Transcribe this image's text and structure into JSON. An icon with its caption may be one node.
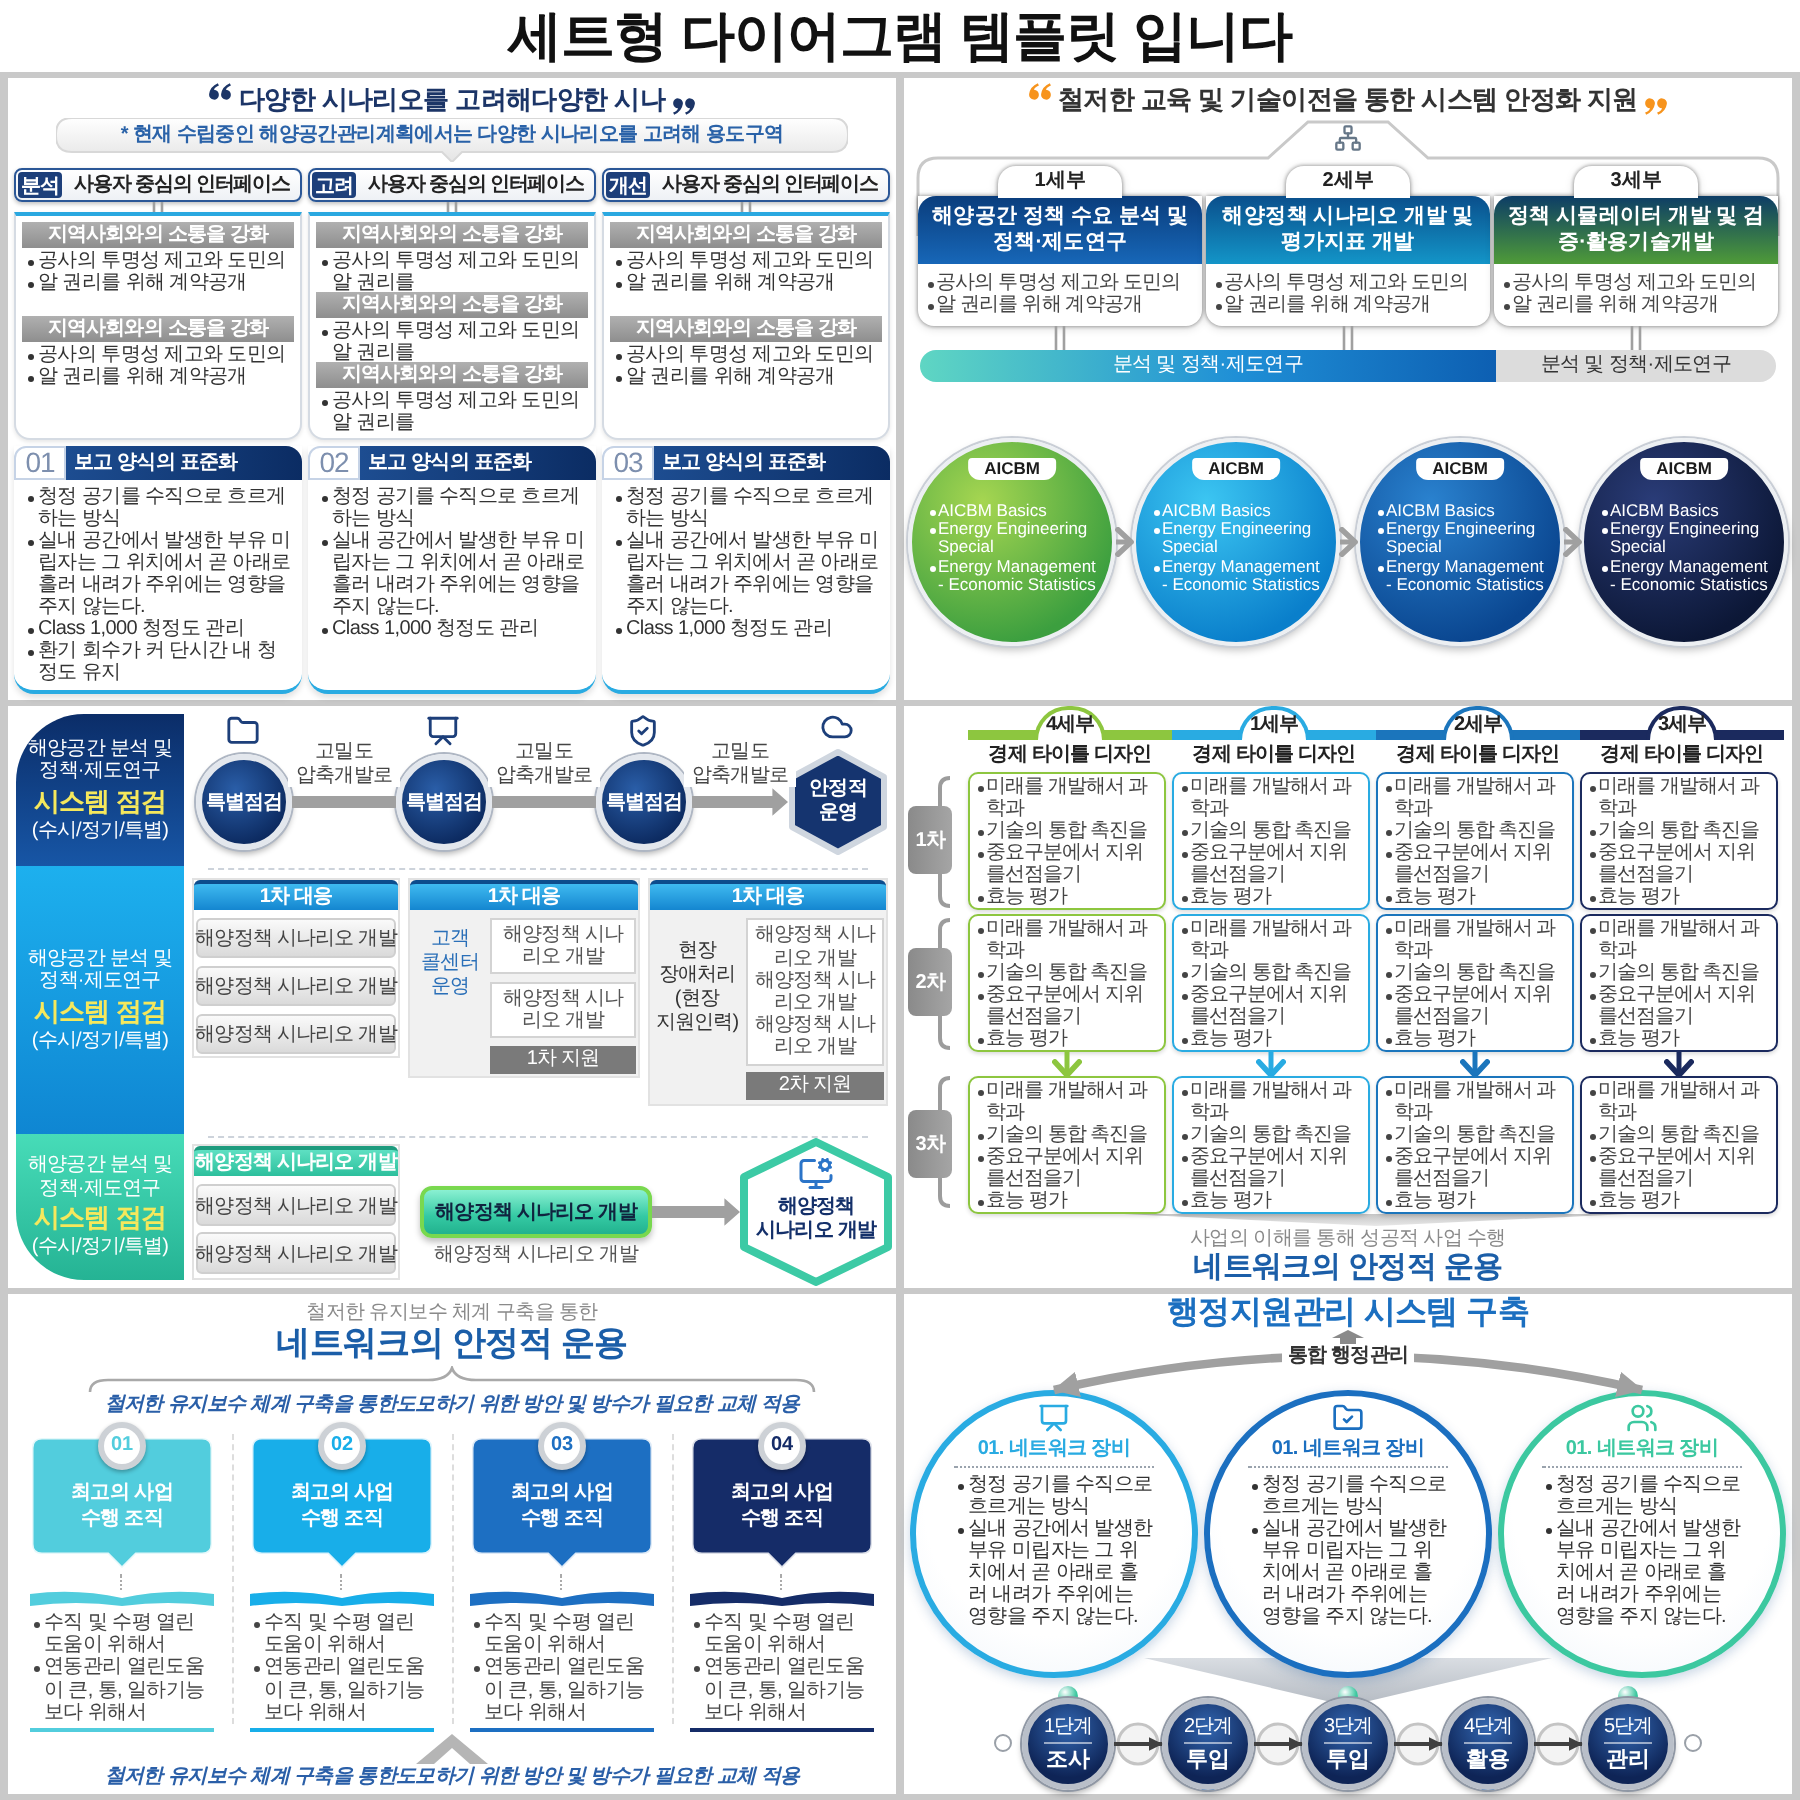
{
  "diagram": {
    "title": "세트형 다이어그램 템플릿 입니다",
    "nodes": [
      {
        "text": [
          "다양한 시나리오를 고려해다양한 시나"
        ]
      },
      {
        "text": [
          "* 현재 수립중인 해양공간관리계획에서는 다양한 시나리오를 고려해 용도구역"
        ],
        "in": 0
      },
      {
        "text": [
          "분석",
          "사용자 중심의 인터페이스"
        ],
        "in": 0
      },
      {
        "text": [],
        "shape": "box",
        "in": 0
      },
      {
        "text": [
          "지역사회와의 소통을 강화"
        ],
        "beside": [
          "공사의 투명성 제고와 도민의",
          "알 권리를 위해 계약공개"
        ],
        "in": 3
      },
      {
        "text": [
          "지역사회와의 소통을 강화"
        ],
        "beside": [
          "공사의 투명성 제고와 도민의",
          "알 권리를 위해 계약공개"
        ],
        "in": 3
      },
      {
        "text": [
          "고려",
          "사용자 중심의 인터페이스"
        ],
        "in": 0
      },
      {
        "text": [],
        "shape": "box",
        "in": 0
      },
      {
        "text": [
          "지역사회와의 소통을 강화"
        ],
        "beside": [
          "공사의 투명성 제고와 도민의 알 권리를"
        ],
        "in": 7
      },
      {
        "text": [
          "지역사회와의 소통을 강화"
        ],
        "beside": [
          "공사의 투명성 제고와 도민의 알 권리를"
        ],
        "in": 7
      },
      {
        "text": [
          "지역사회와의 소통을 강화"
        ],
        "beside": [
          "공사의 투명성 제고와 도민의 알 권리를"
        ],
        "in": 7
      },
      {
        "text": [
          "개선",
          "사용자 중심의 인터페이스"
        ],
        "in": 0
      },
      {
        "text": [],
        "shape": "box",
        "in": 0
      },
      {
        "text": [
          "지역사회와의 소통을 강화"
        ],
        "beside": [
          "공사의 투명성 제고와 도민의",
          "알 권리를 위해 계약공개"
        ],
        "in": 12
      },
      {
        "text": [
          "지역사회와의 소통을 강화"
        ],
        "beside": [
          "공사의 투명성 제고와 도민의",
          "알 권리를 위해 계약공개"
        ],
        "in": 12
      },
      {
        "text": [
          "01",
          "보고 양식의 표준화",
          "청정 공기를 수직으로 흐르게 하는 방식",
          "실내 공간에서 발생한 부유 미립자는 그 위치에서 곧 아래로 흘러 내려가 주위에는 영향을 주지 않는다.",
          "Class 1,000 청정도 관리",
          "환기 회수가 커 단시간 내 청정도 유지"
        ],
        "in": 0
      },
      {
        "text": [
          "02",
          "보고 양식의 표준화",
          "청정 공기를 수직으로 흐르게 하는 방식",
          "실내 공간에서 발생한 부유 미립자는 그 위치에서 곧 아래로 흘러 내려가 주위에는 영향을 주지 않는다.",
          "Class 1,000 청정도 관리"
        ],
        "in": 0
      },
      {
        "text": [
          "03",
          "보고 양식의 표준화",
          "청정 공기를 수직으로 흐르게 하는 방식",
          "실내 공간에서 발생한 부유 미립자는 그 위치에서 곧 아래로 흘러 내려가 주위에는 영향을 주지 않는다.",
          "Class 1,000 청정도 관리"
        ],
        "in": 0
      },
      {
        "text": [
          "철저한 교육 및 기술이전을 통한 **시스템 안정화 지원**"
        ]
      },
      {
        "text": [
          "1세부",
          "해양공간 **정책 수요** 분석 및 정책·제도연구",
          "공사의 투명성 제고와 도민의",
          "알 권리를 위해 계약공개"
        ],
        "in": 18
      },
      {
        "text": [
          "2세부",
          "해양정책 **시나리오 개발 및 평가지표** 개발",
          "공사의 투명성 제고와 도민의",
          "알 권리를 위해 계약공개"
        ],
        "in": 18
      },
      {
        "text": [
          "3세부",
          "**정책 시뮬레이터** 개발 및 검증·활용기술개발",
          "공사의 투명성 제고와 도민의",
          "알 권리를 위해 계약공개"
        ],
        "in": 18
      },
      {
        "text": [
          "분석 및 정책·제도연구"
        ],
        "in": 18
      },
      {
        "text": [
          "분석 및 정책·제도연구"
        ],
        "in": 18
      },
      {
        "text": [
          "AICBM",
          "AICBM Basics",
          "Energy Engineering Special",
          "Energy Management - Economic Statistics"
        ],
        "in": 18
      },
      {
        "text": [
          "AICBM",
          "AICBM Basics",
          "Energy Engineering Special",
          "Energy Management - Economic Statistics"
        ],
        "in": 18
      },
      {
        "text": [
          "AICBM",
          "AICBM Basics",
          "Energy Engineering Special",
          "Energy Management - Economic Statistics"
        ],
        "in": 18
      },
      {
        "text": [
          "AICBM",
          "AICBM Basics",
          "Energy Engineering Special",
          "Energy Management - Economic Statistics"
        ],
        "in": 18
      },
      {
        "text": [],
        "shape": "box"
      },
      {
        "text": [
          "해양공간 분석 및 정책·제도연구",
          "시스템 점검",
          "(수시/정기/특별)"
        ],
        "in": 28
      },
      {
        "text": [
          "해양공간 분석 및 정책·제도연구",
          "시스템 점검",
          "(수시/정기/특별)"
        ],
        "in": 28
      },
      {
        "text": [
          "해양공간 분석 및 정책·제도연구",
          "시스템 점검",
          "(수시/정기/특별)"
        ],
        "in": 28
      },
      {
        "text": [
          "특별점검"
        ],
        "in": 28
      },
      {
        "text": [
          "특별점검"
        ],
        "in": 28
      },
      {
        "text": [
          "특별점검"
        ],
        "in": 28
      },
      {
        "text": [
          "안정적 운영"
        ],
        "in": 28
      },
      {
        "text": [
          "1차 대응"
        ],
        "in": 28
      },
      {
        "text": [
          "해양정책 시나리오 개발"
        ],
        "in": 36
      },
      {
        "text": [
          "해양정책 시나리오 개발"
        ],
        "in": 36
      },
      {
        "text": [
          "해양정책 시나리오 개발"
        ],
        "in": 36
      },
      {
        "text": [
          "1차 대응",
          "고객 콜센터 운영"
        ],
        "in": 28
      },
      {
        "text": [
          "해양정책 시나리오 개발"
        ],
        "in": 40
      },
      {
        "text": [
          "해양정책 시나리오 개발"
        ],
        "in": 40
      },
      {
        "text": [
          "1차 지원"
        ],
        "in": 40
      },
      {
        "text": [
          "1차 대응",
          "현장 장애처리 (현장 지원인력)"
        ],
        "in": 28
      },
      {
        "text": [
          "해양정책 시나리오 개발",
          "해양정책 시나리오 개발",
          "해양정책 시나리오 개발"
        ],
        "in": 44
      },
      {
        "text": [
          "2차 지원"
        ],
        "in": 44
      },
      {
        "text": [
          "해양정책 시나리오 개발"
        ],
        "in": 28
      },
      {
        "text": [
          "해양정책 시나리오 개발"
        ],
        "in": 47
      },
      {
        "text": [
          "해양정책 시나리오 개발"
        ],
        "in": 47
      },
      {
        "text": [
          "해양정책 시나리오 개발"
        ],
        "beside": [
          "해양정책 시나리오 개발"
        ],
        "in": 28
      },
      {
        "text": [
          "해양정책 시나리오 개발"
        ],
        "in": 28
      },
      {
        "text": [
          "사업의 이해를 통해 성공적 사업 수행",
          "네트워크의 안정적 운용"
        ]
      },
      {
        "text": [
          "4세부",
          "경제 타이틀 디자인"
        ],
        "in": 52
      },
      {
        "text": [
          "1세부",
          "경제 타이틀 디자인"
        ],
        "in": 52
      },
      {
        "text": [
          "2세부",
          "경제 타이틀 디자인"
        ],
        "in": 52
      },
      {
        "text": [
          "3세부",
          "경제 타이틀 디자인"
        ],
        "in": 52
      },
      {
        "text": [
          "1차"
        ],
        "in": 52
      },
      {
        "text": [
          "2차"
        ],
        "in": 52
      },
      {
        "text": [
          "3차"
        ],
        "in": 52
      },
      {
        "text": [
          "미래를 개발해서 과학과",
          "기술의 통합 촉진을",
          "중요구분에서 지위를선점을기",
          "효능 평가"
        ],
        "in": 52
      },
      {
        "text": [
          "미래를 개발해서 과학과",
          "기술의 통합 촉진을",
          "중요구분에서 지위를선점을기",
          "효능 평가"
        ],
        "in": 52
      },
      {
        "text": [
          "미래를 개발해서 과학과",
          "기술의 통합 촉진을",
          "중요구분에서 지위를선점을기",
          "효능 평가"
        ],
        "in": 52
      },
      {
        "text": [
          "미래를 개발해서 과학과",
          "기술의 통합 촉진을",
          "중요구분에서 지위를선점을기",
          "효능 평가"
        ],
        "in": 52
      },
      {
        "text": [
          "미래를 개발해서 과학과",
          "기술의 통합 촉진을",
          "중요구분에서 지위를선점을기",
          "효능 평가"
        ],
        "in": 52
      },
      {
        "text": [
          "미래를 개발해서 과학과",
          "기술의 통합 촉진을",
          "중요구분에서 지위를선점을기",
          "효능 평가"
        ],
        "in": 52
      },
      {
        "text": [
          "미래를 개발해서 과학과",
          "기술의 통합 촉진을",
          "중요구분에서 지위를선점을기",
          "효능 평가"
        ],
        "in": 52
      },
      {
        "text": [
          "미래를 개발해서 과학과",
          "기술의 통합 촉진을",
          "중요구분에서 지위를선점을기",
          "효능 평가"
        ],
        "in": 52
      },
      {
        "text": [
          "미래를 개발해서 과학과",
          "기술의 통합 촉진을",
          "중요구분에서 지위를선점을기",
          "효능 평가"
        ],
        "in": 52
      },
      {
        "text": [
          "미래를 개발해서 과학과",
          "기술의 통합 촉진을",
          "중요구분에서 지위를선점을기",
          "효능 평가"
        ],
        "in": 52
      },
      {
        "text": [
          "미래를 개발해서 과학과",
          "기술의 통합 촉진을",
          "중요구분에서 지위를선점을기",
          "효능 평가"
        ],
        "in": 52
      },
      {
        "text": [
          "미래를 개발해서 과학과",
          "기술의 통합 촉진을",
          "중요구분에서 지위를선점을기",
          "효능 평가"
        ],
        "in": 52
      },
      {
        "text": [
          "철저한 유지보수 체계 구축을 통한",
          "네트워크의 안정적 운용"
        ]
      },
      {
        "text": [
          "01",
          "최고의 사업 수행 조직"
        ],
        "beside": [
          "수직 및 수평 열린도움이 위해서",
          "연동관리 열린도움이 큰, 통, 일하기능 보다 위해서"
        ],
        "in": 72
      },
      {
        "text": [
          "02",
          "최고의 사업 수행 조직"
        ],
        "beside": [
          "수직 및 수평 열린도움이 위해서",
          "연동관리 열린도움이 큰, 통, 일하기능 보다 위해서"
        ],
        "in": 72
      },
      {
        "text": [
          "03",
          "최고의 사업 수행 조직"
        ],
        "beside": [
          "수직 및 수평 열린도움이 위해서",
          "연동관리 열린도움이 큰, 통, 일하기능 보다 위해서"
        ],
        "in": 72
      },
      {
        "text": [
          "04",
          "최고의 사업 수행 조직"
        ],
        "beside": [
          "수직 및 수평 열린도움이 위해서",
          "연동관리 열린도움이 큰, 통, 일하기능 보다 위해서"
        ],
        "in": 72
      },
      {
        "text": [
          "행정지원관리 시스템 구축"
        ]
      },
      {
        "text": [
          "01. 네트워크 장비",
          "청정 공기를 수직으로 흐르게는 방식",
          "실내 공간에서 발생한 부유 미립자는 그 위치에서 곧 아래로 흘러 내려가 주위에는 영향을 주지 않는다."
        ],
        "in": 77
      },
      {
        "text": [
          "01. 네트워크 장비",
          "청정 공기를 수직으로 흐르게는 방식",
          "실내 공간에서 발생한 부유 미립자는 그 위치에서 곧 아래로 흘러 내려가 주위에는 영향을 주지 않는다."
        ],
        "in": 77
      },
      {
        "text": [
          "01. 네트워크 장비",
          "청정 공기를 수직으로 흐르게는 방식",
          "실내 공간에서 발생한 부유 미립자는 그 위치에서 곧 아래로 흘러 내려가 주위에는 영향을 주지 않는다."
        ],
        "in": 77
      },
      {
        "text": [
          "1단계",
          "조사"
        ],
        "in": 77
      },
      {
        "text": [
          "2단계",
          "투입"
        ],
        "in": 77
      },
      {
        "text": [
          "3단계",
          "투입"
        ],
        "in": 77
      },
      {
        "text": [
          "4단계",
          "활용"
        ],
        "in": 77
      },
      {
        "text": [
          "5단계",
          "관리"
        ],
        "in": 77
      }
    ],
    "edges": [
      {
        "from": 2,
        "to": 3,
        "arrow": "none"
      },
      {
        "from": 6,
        "to": 7,
        "arrow": "none"
      },
      {
        "from": 11,
        "to": 12,
        "arrow": "none"
      },
      {
        "from": 19,
        "to": 22,
        "arrow": "none"
      },
      {
        "from": 20,
        "to": 22,
        "arrow": "none"
      },
      {
        "from": 21,
        "to": 23,
        "arrow": "none"
      },
      {
        "from": 24,
        "to": 25,
        "arrow": "to"
      },
      {
        "from": 25,
        "to": 26,
        "arrow": "to"
      },
      {
        "from": 26,
        "to": 27,
        "arrow": "to"
      },
      {
        "from": 32,
        "to": 33,
        "arrow": "none",
        "label": "고밀도 압축개발로",
        "style": "thick"
      },
      {
        "from": 33,
        "to": 34,
        "arrow": "none",
        "label": "고밀도 압축개발로",
        "style": "thick"
      },
      {
        "from": 34,
        "to": 35,
        "arrow": "to",
        "label": "고밀도 압축개발로",
        "style": "thick"
      },
      {
        "from": 50,
        "to": 51,
        "arrow": "to",
        "style": "thick"
      },
      {
        "from": 64,
        "to": 68,
        "arrow": "to",
        "color": "#8dc63f"
      },
      {
        "from": 65,
        "to": 69,
        "arrow": "to",
        "color": "#29abe2"
      },
      {
        "from": 66,
        "to": 70,
        "arrow": "to",
        "color": "#1b75bc"
      },
      {
        "from": 67,
        "to": 71,
        "arrow": "to",
        "color": "#1b2a5e"
      },
      {
        "from": 78,
        "to": 80,
        "arrow": "both",
        "label": "통합 행정관리",
        "style": "thick"
      },
      {
        "from": 81,
        "to": 82,
        "arrow": "to",
        "color": "#404040"
      },
      {
        "from": 82,
        "to": 83,
        "arrow": "to",
        "color": "#404040"
      },
      {
        "from": 83,
        "to": 84,
        "arrow": "to",
        "color": "#404040"
      },
      {
        "from": 84,
        "to": 85,
        "arrow": "to",
        "color": "#404040"
      }
    ],
    "labels": [
      "철저한 유지보수 체계 구축을 통한도모하기 위한 방안 및 방수가 필요한 교체 적용",
      "철저한 유지보수 체계 구축을 통한도모하기 위한 방안 및 방수가 필요한 교체 적용"
    ]
  }
}
